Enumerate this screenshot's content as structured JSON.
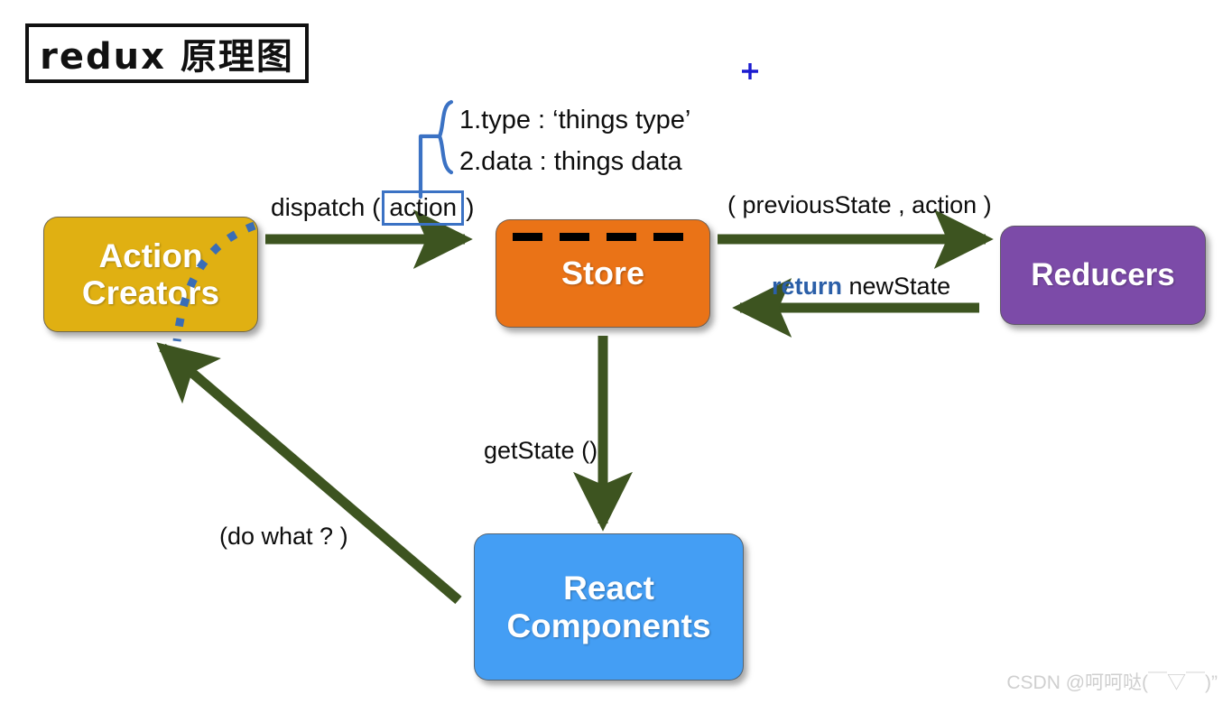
{
  "title": {
    "text": "redux 原理图"
  },
  "nodes": {
    "action_creators": {
      "line1": "Action",
      "line2": "Creators"
    },
    "store": {
      "line1": "Store"
    },
    "reducers": {
      "line1": "Reducers"
    },
    "react_components": {
      "line1": "React",
      "line2": "Components"
    }
  },
  "labels": {
    "brace_item_1": "1.type : ‘things type’",
    "brace_item_2": "2.data :  things data",
    "dispatch_prefix": "dispatch (",
    "dispatch_boxed": "action",
    "dispatch_suffix": ")",
    "previous_state": "( previousState , action )",
    "return_keyword": "return",
    "return_value": " newState",
    "get_state": "getState ()",
    "do_what": "(do what ? )"
  },
  "marker": {
    "plus": "+"
  },
  "watermark": {
    "text": "CSDN @呵呵哒(￣▽￣)”"
  },
  "colors": {
    "action_creators_fill": "#e0b012",
    "store_fill": "#ea7317",
    "reducers_fill": "#7c4ba8",
    "react_components_fill": "#449ef4",
    "arrow": "#3d5420",
    "brace_blue": "#3b72c4",
    "dotted_blue": "#3a6db5",
    "title_border": "#111111",
    "plus_marker": "#1b1bd0",
    "watermark": "#cfcfcf"
  }
}
